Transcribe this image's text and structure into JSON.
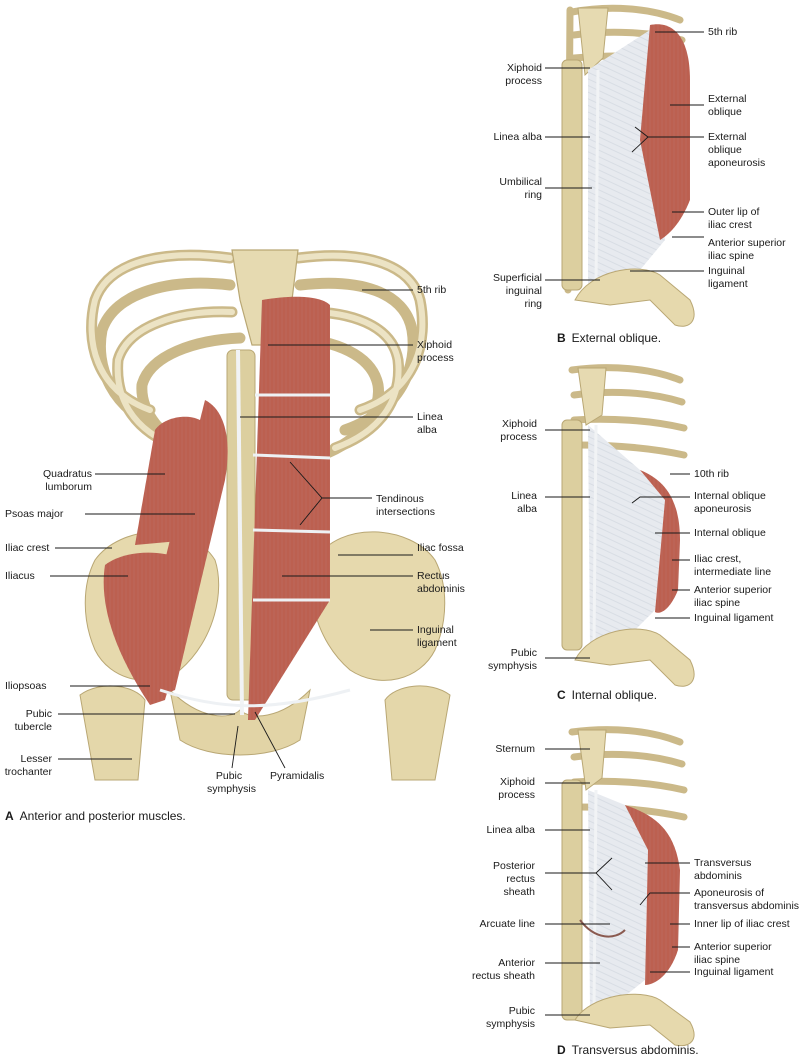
{
  "panels": {
    "a": {
      "letter": "A",
      "caption": "Anterior and posterior muscles.",
      "labels": {
        "rib5": "5th rib",
        "xiphoid": "Xiphoid\nprocess",
        "linea_alba": "Linea\nalba",
        "quadratus": "Quadratus\nlumborum",
        "psoas_major": "Psoas major",
        "tendinous": "Tendinous\nintersections",
        "iliac_crest": "Iliac crest",
        "iliac_fossa": "Iliac fossa",
        "iliacus": "Iliacus",
        "rectus": "Rectus\nabdominis",
        "inguinal": "Inguinal\nligament",
        "iliopsoas": "Iliopsoas",
        "pubic_tubercle": "Pubic\ntubercle",
        "lesser_trochanter": "Lesser\ntrochanter",
        "pubic_symphysis": "Pubic\nsymphysis",
        "pyramidalis": "Pyramidalis"
      }
    },
    "b": {
      "letter": "B",
      "caption": "External oblique.",
      "labels": {
        "rib5": "5th rib",
        "xiphoid": "Xiphoid\nprocess",
        "ext_oblique": "External\noblique",
        "linea_alba": "Linea alba",
        "ext_aponeurosis": "External\noblique\naponeurosis",
        "umbilical": "Umbilical\nring",
        "outer_lip": "Outer lip of\niliac crest",
        "asis": "Anterior superior\niliac spine",
        "superficial_ring": "Superficial\ninguinal\nring",
        "inguinal": "Inguinal\nligament"
      }
    },
    "c": {
      "letter": "C",
      "caption": "Internal oblique.",
      "labels": {
        "xiphoid": "Xiphoid\nprocess",
        "rib10": "10th rib",
        "linea_alba": "Linea\nalba",
        "int_aponeurosis": "Internal oblique\naponeurosis",
        "int_oblique": "Internal oblique",
        "iliac_crest": "Iliac crest,\nintermediate line",
        "asis": "Anterior superior\niliac spine",
        "inguinal": "Inguinal ligament",
        "pubic_symphysis": "Pubic\nsymphysis"
      }
    },
    "d": {
      "letter": "D",
      "caption": "Transversus abdominis.",
      "labels": {
        "sternum": "Sternum",
        "xiphoid": "Xiphoid\nprocess",
        "linea_alba": "Linea alba",
        "transversus": "Transversus\nabdominis",
        "posterior_sheath": "Posterior\nrectus\nsheath",
        "aponeurosis_ta": "Aponeurosis of\ntransversus abdominis",
        "arcuate": "Arcuate line",
        "inner_lip": "Inner lip of iliac crest",
        "anterior_sheath": "Anterior\nrectus sheath",
        "asis": "Anterior superior\niliac spine",
        "inguinal": "Inguinal ligament",
        "pubic_symphysis": "Pubic\nsymphysis"
      }
    }
  },
  "colors": {
    "bone": "#e8dcb4",
    "bone_shade": "#c9b98a",
    "cartilage": "#e9edf0",
    "muscle": "#c8685a",
    "muscle_dark": "#a94f43",
    "aponeurosis": "#e6e9ee",
    "leader": "#1a1a1a"
  }
}
